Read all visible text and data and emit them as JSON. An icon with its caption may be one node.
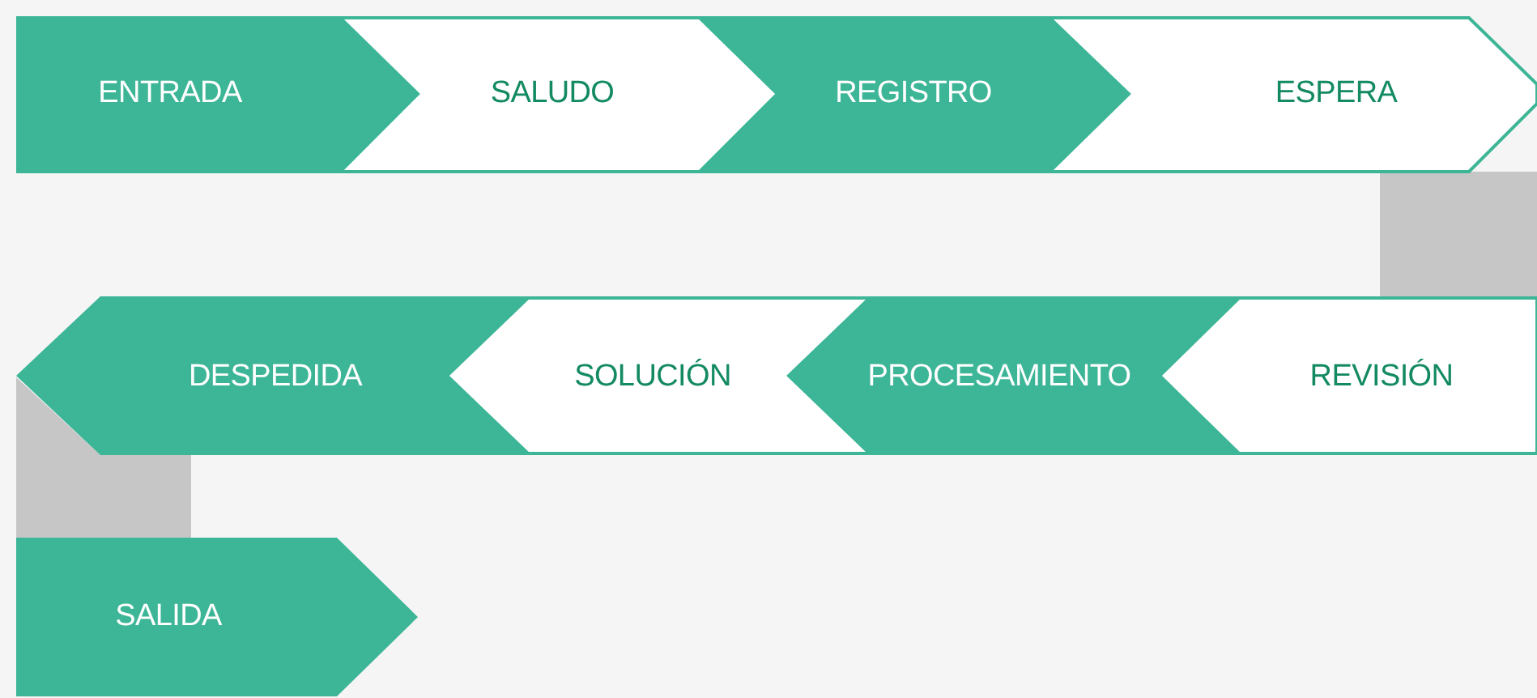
{
  "diagram": {
    "nodes": [
      {
        "text": [
          "ENTRADA"
        ]
      },
      {
        "text": [
          "SALUDO"
        ]
      },
      {
        "text": [
          "REGISTRO"
        ]
      },
      {
        "text": [
          "ESPERA"
        ]
      },
      {
        "text": [
          "DESPEDIDA"
        ]
      },
      {
        "text": [
          "SOLUCIÓN"
        ]
      },
      {
        "text": [
          "PROCESAMIENTO"
        ]
      },
      {
        "text": [
          "REVISIÓN"
        ]
      },
      {
        "text": [
          "SALIDA"
        ]
      }
    ],
    "edges": [
      {
        "from": 3,
        "to": 7,
        "arrow": "none",
        "style": "thick",
        "color": "#c6c6c6"
      },
      {
        "from": 4,
        "to": 8,
        "arrow": "none",
        "style": "thick",
        "color": "#c6c6c6"
      }
    ]
  }
}
